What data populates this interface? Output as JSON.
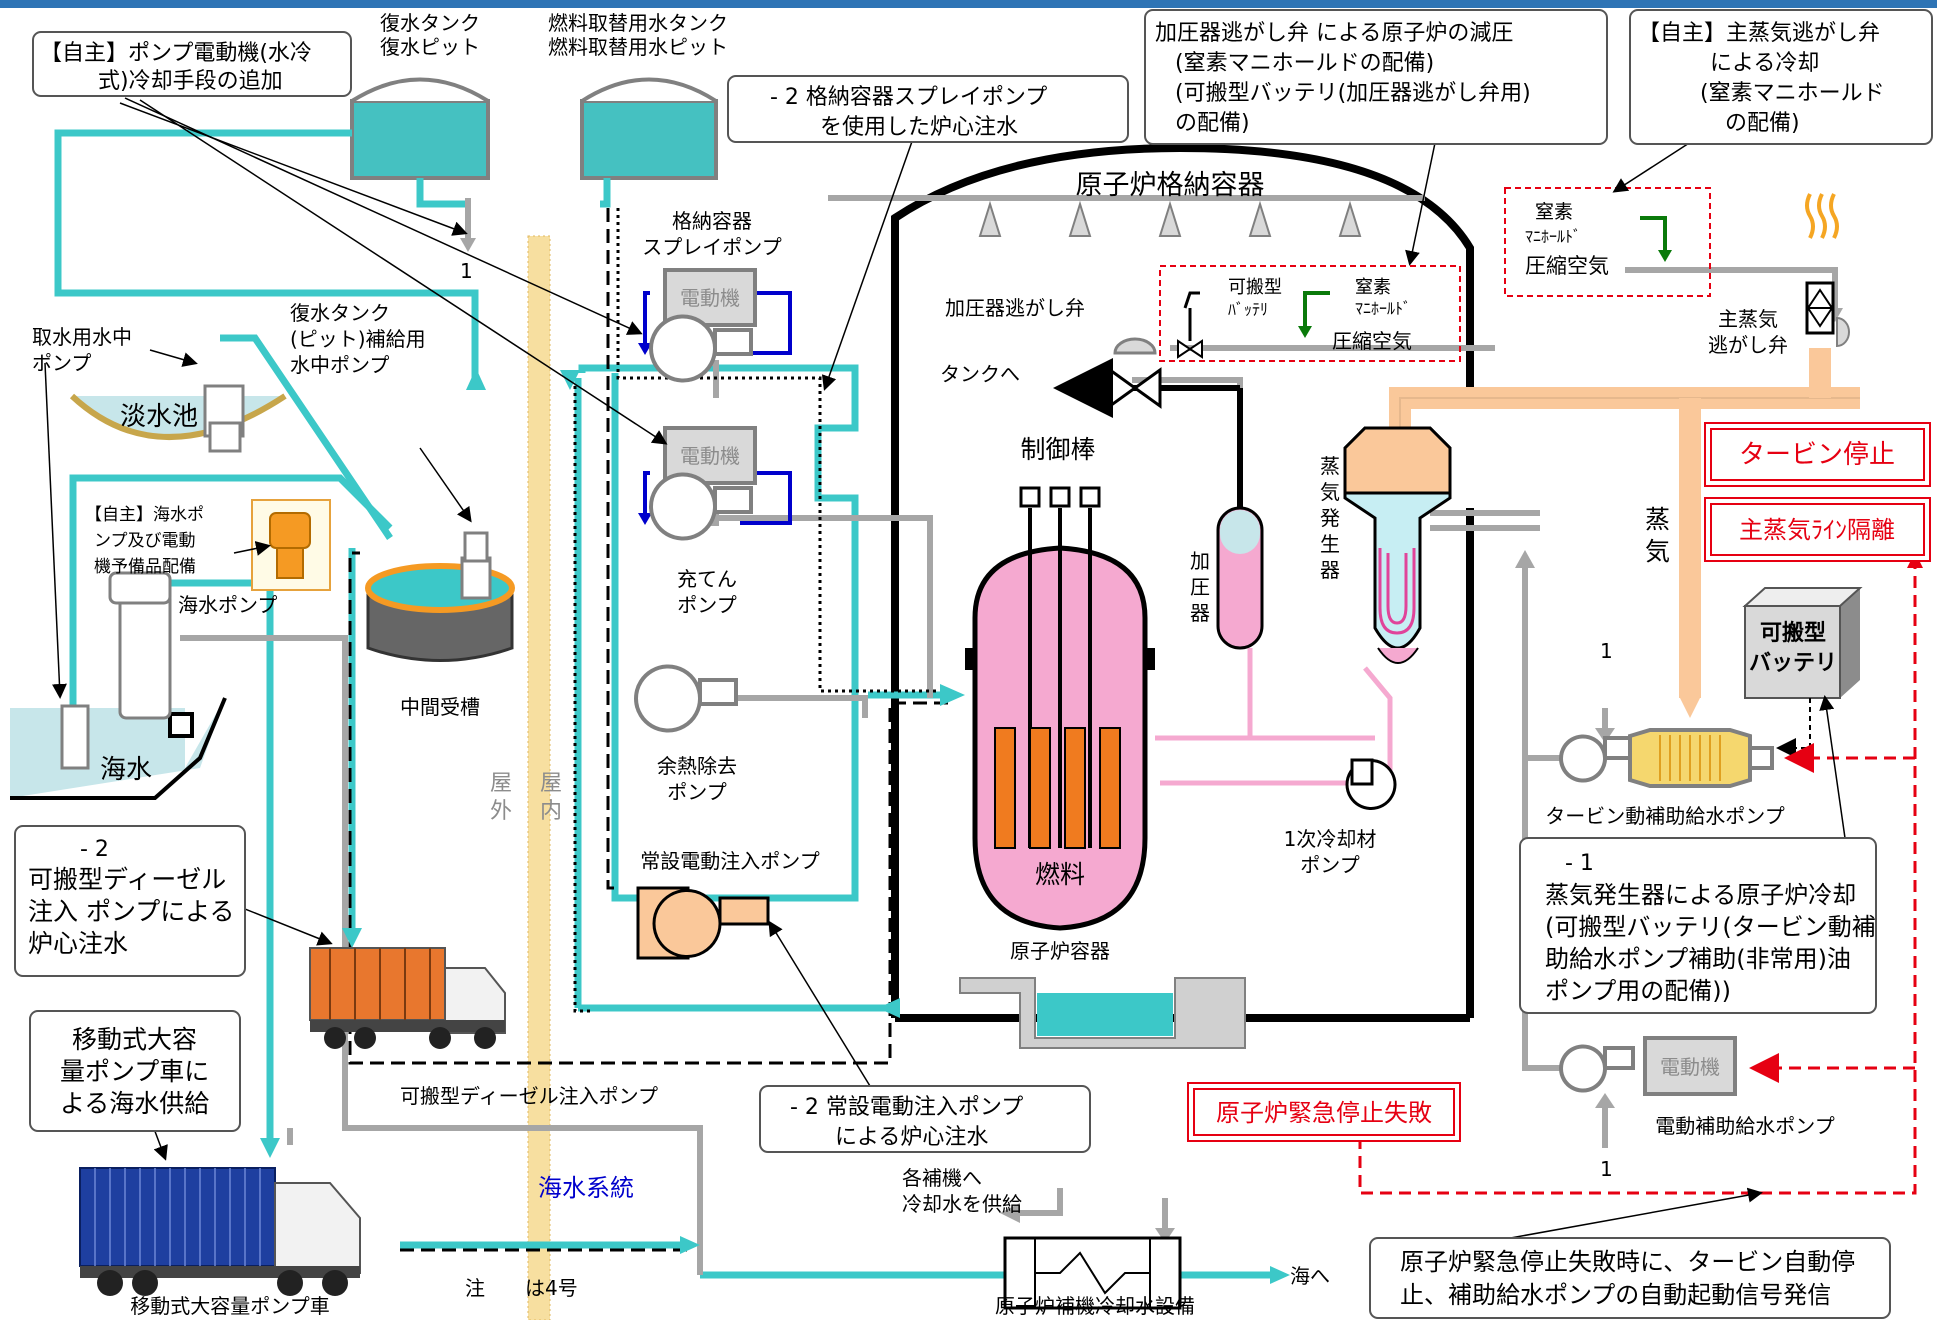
{
  "colors": {
    "water_line": "#3cc8c8",
    "plant_line": "#a6a6a6",
    "primary_coolant": "#f5a9d0",
    "steam_line": "#fac89a",
    "signal_red": "#e60012",
    "accent_bar": "#2e74b5"
  },
  "callouts": {
    "pump_motor_cooling": [
      "【自主】ポンプ電動機(水冷",
      "式)冷却手段の追加"
    ],
    "spray_pump_injection": [
      "- 2  格納容器スプレイポンプ",
      "を使用した炉心注水"
    ],
    "pzr_depressurization": [
      "加圧器逃がし弁 による原子炉の減圧",
      "(窒素マニホールドの配備)",
      "(可搬型バッテリ(加圧器逃がし弁用)",
      "の配備)"
    ],
    "msrv_cooling": [
      "【自主】主蒸気逃がし弁",
      "による冷却",
      "(窒素マニホールド",
      "の配備)"
    ],
    "portable_diesel_injection": [
      "- 2",
      "可搬型ディーゼル",
      "注入 ポンプによる",
      "炉心注水"
    ],
    "mobile_seawater": [
      "移動式大容",
      "量ポンプ車に",
      "よる海水供給"
    ],
    "permanent_injection": [
      "- 2  常設電動注入ポンプ",
      "による炉心注水"
    ],
    "sg_cooling": [
      "- 1",
      "蒸気発生器による原子炉冷却",
      "(可搬型バッテリ(タービン動補",
      "助給水ポンプ補助(非常用)油",
      "ポンプ用の配備))"
    ],
    "trip_signal": [
      "原子炉緊急停止失敗時に、タービン自動停",
      "止、補助給水ポンプの自動起動信号発信"
    ],
    "seawater_pump_spares": [
      "【自主】海水ポ",
      "ンプ及び電動",
      "機予備品配備"
    ]
  },
  "red_boxes": {
    "turbine_trip": "タービン停止",
    "msl_isolation": "主蒸気ﾗｲﾝ隔離",
    "scram_failure": "原子炉緊急停止失敗"
  },
  "labels": {
    "condensate_tank": [
      "復水タンク",
      "復水ピット"
    ],
    "fuel_water_tank": [
      "燃料取替用水タンク",
      "燃料取替用水ピット"
    ],
    "containment": "原子炉格納容器",
    "spray_pump": [
      "格納容器",
      "スプレイポンプ"
    ],
    "motor": "電動機",
    "charging_pump": [
      "充てん",
      "ポンプ"
    ],
    "rhr_pump": [
      "余熱除去",
      "ポンプ"
    ],
    "permanent_pump": "常設電動注入ポンプ",
    "pzr_relief_valve": "加圧器逃がし弁",
    "to_tank": "タンクへ",
    "portable_battery_small": [
      "可搬型",
      "ﾊﾞｯﾃﾘ"
    ],
    "nitrogen_manifold": [
      "窒素",
      "ﾏﾆﾎｰﾙﾄﾞ"
    ],
    "compressed_air": "圧縮空気",
    "control_rods": "制御棒",
    "fuel": "燃料",
    "reactor_vessel": "原子炉容器",
    "pressurizer": [
      "加",
      "圧",
      "器"
    ],
    "steam_generator": [
      "蒸",
      "気",
      "発",
      "生",
      "器"
    ],
    "rcp": [
      "1次冷却材",
      "ポンプ"
    ],
    "msrv": [
      "主蒸気",
      "逃がし弁"
    ],
    "steam": [
      "蒸",
      "気"
    ],
    "portable_battery": [
      "可搬型",
      "バッテリ"
    ],
    "td_afw_pump": "タービン動補助給水ポンプ",
    "md_afw_pump": "電動補助給水ポンプ",
    "one": "1",
    "intake_pump": [
      "取水用水中",
      "ポンプ"
    ],
    "makeup_pump": [
      "復水タンク",
      "(ピット)補給用",
      "水中ポンプ"
    ],
    "fresh_pond": "淡水池",
    "seawater_pump": "海水ポンプ",
    "seawater": "海水",
    "intermediate_tank": "中間受槽",
    "outdoor": [
      "屋",
      "外"
    ],
    "indoor": [
      "屋",
      "内"
    ],
    "portable_diesel_pump": "可搬型ディーゼル注入ポンプ",
    "mobile_pump_truck": "移動式大容量ポンプ車",
    "seawater_system": "海水系統",
    "cooling_supply": [
      "各補機へ",
      "冷却水を供給"
    ],
    "to_sea": "海へ",
    "ccw_facility": "原子炉補機冷却水設備",
    "note": "注　　は4号"
  }
}
